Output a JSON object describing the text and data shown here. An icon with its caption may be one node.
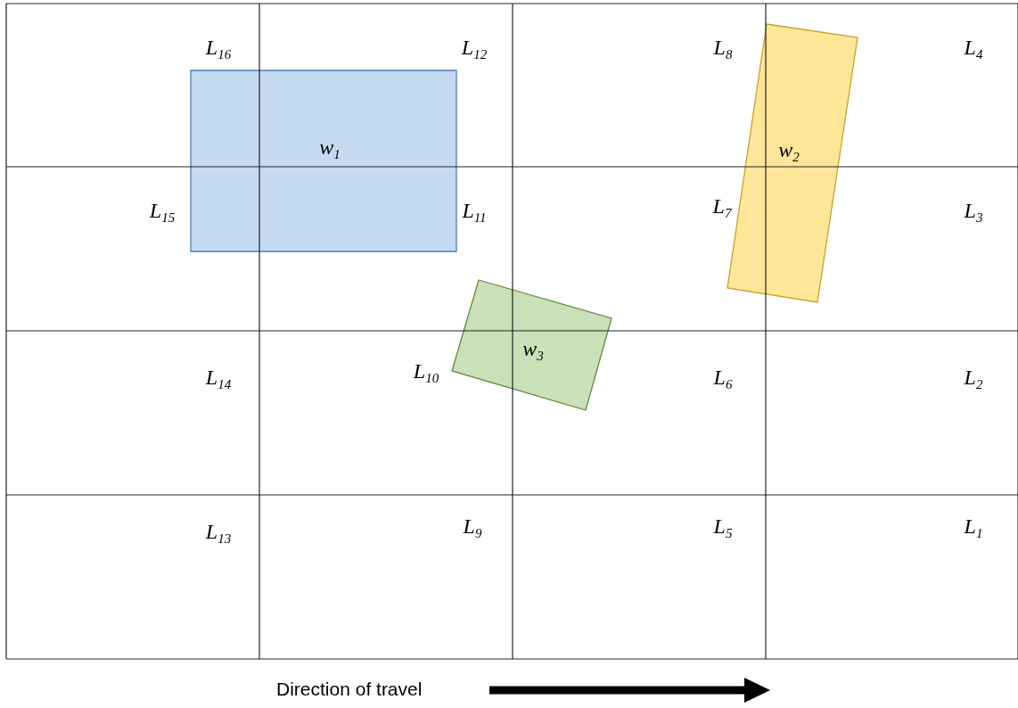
{
  "diagram": {
    "nodes": [
      {
        "text": [
          "w$_{1}$"
        ]
      },
      {
        "text": [
          "w$_{2}$"
        ]
      },
      {
        "text": [
          "w$_{3}$"
        ]
      }
    ],
    "labels": [
      "L$_{16}$",
      "L$_{12}$",
      "L$_{8}$",
      "L$_{4}$",
      "L$_{15}$",
      "L$_{11}$",
      "L$_{7}$",
      "L$_{3}$",
      "L$_{14}$",
      "L$_{10}$",
      "L$_{6}$",
      "L$_{2}$",
      "L$_{13}$",
      "L$_{9}$",
      "L$_{5}$",
      "L$_{1}$",
      "Direction of travel"
    ]
  }
}
